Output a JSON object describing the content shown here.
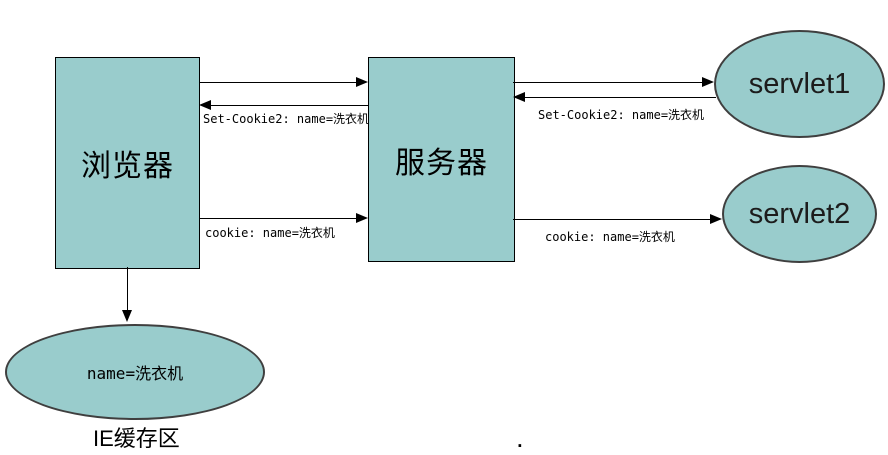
{
  "nodes": {
    "browser": {
      "label": "浏览器"
    },
    "server": {
      "label": "服务器"
    },
    "servlet1": {
      "label": "servlet1"
    },
    "servlet2": {
      "label": "servlet2"
    },
    "cache": {
      "value": "name=洗衣机",
      "caption": "IE缓存区"
    }
  },
  "edge_labels": {
    "browser_set_cookie": "Set-Cookie2: name=洗衣机",
    "browser_cookie": "cookie: name=洗衣机",
    "server_set_cookie": "Set-Cookie2: name=洗衣机",
    "server_cookie": "cookie: name=洗衣机"
  },
  "misc": {
    "stray_dot": "."
  },
  "colors": {
    "shape_fill": "#99cccc",
    "rect_border": "#000000",
    "ellipse_border": "#3f3f3f",
    "line": "#000000"
  }
}
